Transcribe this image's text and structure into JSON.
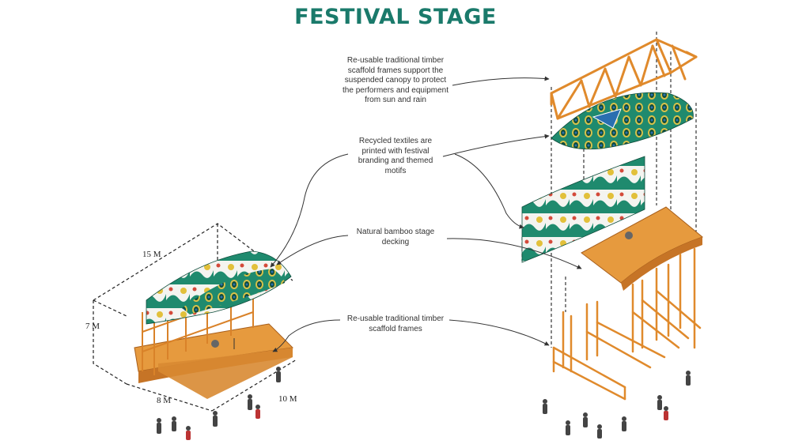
{
  "title": "FESTIVAL STAGE",
  "colors": {
    "title": "#1a7a6b",
    "timber": "#e08a2c",
    "deck": "#e69a3e",
    "fabric_teal": "#1f8a6e",
    "fabric_dark": "#0e4d3c"
  },
  "annotations": {
    "canopy": "Re-usable traditional timber scaffold frames support the suspended canopy to protect the performers and equipment from sun and rain",
    "textiles": "Recycled textiles are printed with festival branding and themed motifs",
    "decking": "Natural bamboo stage decking",
    "frames": "Re-usable traditional timber scaffold frames"
  },
  "dimensions": {
    "length": "15 M",
    "height": "7 M",
    "width": "8 M",
    "depth": "10 M"
  }
}
